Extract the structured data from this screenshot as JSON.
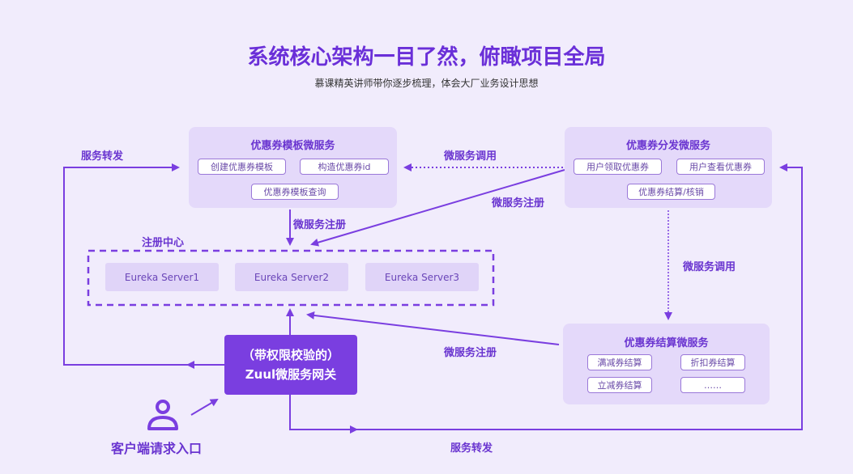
{
  "title": "系统核心架构一目了然，俯瞰项目全局",
  "subtitle": "慕课精英讲师带你逐步梳理，体会大厂业务设计思想",
  "template_service": {
    "title": "优惠券模板微服务",
    "items": [
      "创建优惠券模板",
      "构造优惠券id",
      "优惠券模板查询"
    ]
  },
  "distribution_service": {
    "title": "优惠券分发微服务",
    "items": [
      "用户领取优惠券",
      "用户查看优惠券",
      "优惠券结算/核销"
    ]
  },
  "settlement_service": {
    "title": "优惠券结算微服务",
    "items": [
      "满减券结算",
      "折扣券结算",
      "立减券结算",
      "……"
    ]
  },
  "registry": {
    "label": "注册中心",
    "servers": [
      "Eureka Server1",
      "Eureka Server2",
      "Eureka Server3"
    ]
  },
  "gateway": {
    "line1": "（带权限校验的）",
    "line2": "Zuul微服务网关"
  },
  "client": {
    "label": "客户端请求入口"
  },
  "edge_labels": {
    "forward_left": "服务转发",
    "call_top": "微服务调用",
    "register_dist": "微服务注册",
    "register_template": "微服务注册",
    "call_down": "微服务调用",
    "register_settle": "微服务注册",
    "forward_bottom": "服务转发"
  },
  "colors": {
    "accent": "#7a3ee0",
    "background": "#f1ecfc",
    "panel": "#e4d9fa"
  }
}
